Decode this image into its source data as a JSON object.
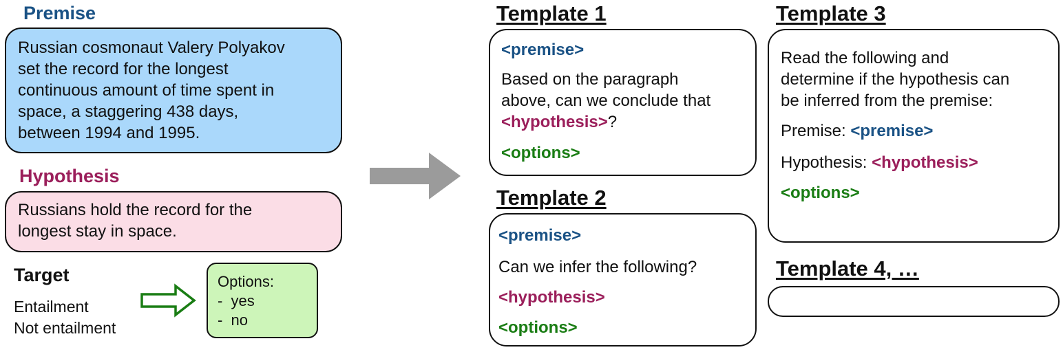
{
  "premise": {
    "heading": "Premise",
    "lines": [
      "Russian cosmonaut Valery Polyakov",
      "set the record for the longest",
      "continuous amount of time spent in",
      "space, a staggering 438 days,",
      "between 1994 and 1995."
    ]
  },
  "hypothesis": {
    "heading": "Hypothesis",
    "lines": [
      "Russians hold the record for the",
      "longest stay in space."
    ]
  },
  "target": {
    "heading": "Target",
    "items": [
      "Entailment",
      "Not entailment"
    ]
  },
  "options_box": {
    "title": "Options:",
    "items": [
      "-  yes",
      "-  no"
    ]
  },
  "placeholders": {
    "premise": "<premise>",
    "hypothesis": "<hypothesis>",
    "options": "<options>"
  },
  "template1": {
    "title": "Template 1",
    "lines": [
      "Based on the paragraph",
      "above, can we conclude that"
    ],
    "suffix": "?"
  },
  "template2": {
    "title": "Template 2",
    "question": "Can we infer the following?"
  },
  "template3": {
    "title": "Template 3",
    "lines": [
      "Read the following and",
      "determine if the hypothesis can",
      "be inferred from the premise:"
    ],
    "premise_label": "Premise: ",
    "hypothesis_label": "Hypothesis: "
  },
  "template4": {
    "title": "Template 4, …"
  },
  "colors": {
    "premise_fill": "#aad8fb",
    "hypothesis_fill": "#fbdde6",
    "options_fill": "#cdf5b9",
    "arrow": "#9b9b9b",
    "target_arrow": "#1a7d14"
  }
}
